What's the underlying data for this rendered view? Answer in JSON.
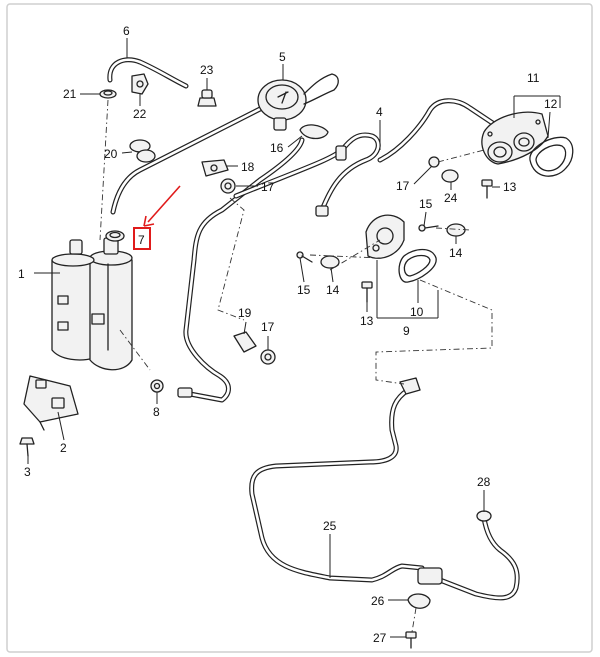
{
  "labels": {
    "p1": "1",
    "p2": "2",
    "p3": "3",
    "p4": "4",
    "p5": "5",
    "p6": "6",
    "p7": "7",
    "p8": "8",
    "p9": "9",
    "p10": "10",
    "p11": "11",
    "p12": "12",
    "p13a": "13",
    "p13b": "13",
    "p14a": "14",
    "p14b": "14",
    "p15a": "15",
    "p15b": "15",
    "p16": "16",
    "p17a": "17",
    "p17b": "17",
    "p17c": "17",
    "p18": "18",
    "p19": "19",
    "p20": "20",
    "p21": "21",
    "p22": "22",
    "p23": "23",
    "p24": "24",
    "p25": "25",
    "p26": "26",
    "p27": "27",
    "p28": "28"
  },
  "highlight": {
    "part": "7",
    "color": "#e01b1b"
  }
}
